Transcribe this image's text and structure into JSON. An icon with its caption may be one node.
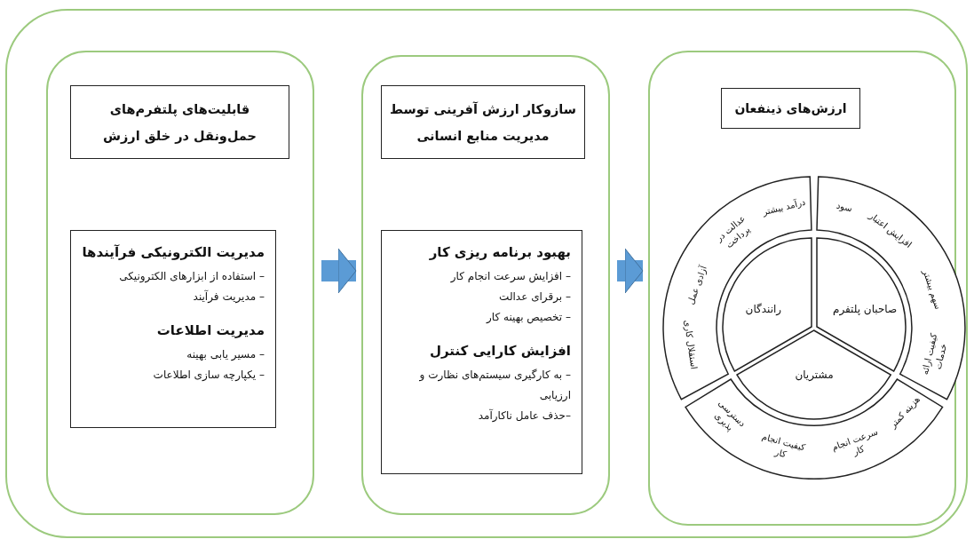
{
  "diagram": {
    "nodes": [
      {
        "text": [],
        "shape": "box"
      },
      {
        "text": [],
        "shape": "box",
        "in": 0
      },
      {
        "text": [
          "قابلیت‌های پلتفرم‌های حمل‌ونقل در خلق ارزش"
        ],
        "in": 1
      },
      {
        "text": [
          "مدیریت الکترونیکی فرآیندها",
          "– استفاده از ابزارهای الکترونیکی",
          "– مدیریت فرآیند",
          "مدیریت اطلاعات",
          "– مسیر یابی بهینه",
          "– یکپارچه سازی اطلاعات"
        ],
        "in": 1
      },
      {
        "text": [],
        "shape": "box",
        "in": 0
      },
      {
        "text": [
          "سازوکار ارزش آفرینی توسط مدیریت منابع انسانی"
        ],
        "in": 4
      },
      {
        "text": [
          "بهبود برنامه ریزی کار",
          "– افزایش سرعت انجام کار",
          "– برقرای عدالت",
          "– تخصیص بهینه کار",
          "افزایش کارایی کنترل",
          "– به کارگیری سیستم‌های نظارت و ارزیابی",
          "–حذف عامل ناکارآمد"
        ],
        "in": 4
      },
      {
        "text": [],
        "shape": "box",
        "in": 0
      },
      {
        "text": [
          "ارزش‌های ذینفعان"
        ],
        "in": 7
      },
      {
        "text": [
          "صاحبان پلتفرم"
        ],
        "in": 7
      },
      {
        "text": [
          "رانندگان"
        ],
        "in": 7
      },
      {
        "text": [
          "مشتریان"
        ],
        "in": 7
      },
      {
        "text": [
          "سود",
          "افزایش اعتبار",
          "سهم بیشتر",
          "کیفیت ارائه خدمات"
        ],
        "in": 7
      },
      {
        "text": [
          "درآمد بیشتر",
          "عدالت در پرداخت",
          "آزادی عمل",
          "استقلال کاری"
        ],
        "in": 7
      },
      {
        "text": [
          "هزینه کمتر",
          "سرعت انجام کار",
          "کیفیت انجام کار",
          "دسترسی پذیری"
        ],
        "in": 7
      }
    ],
    "edges": [
      {
        "from": 1,
        "to": 4,
        "arrow": "to"
      },
      {
        "from": 4,
        "to": 7,
        "arrow": "to"
      }
    ]
  }
}
